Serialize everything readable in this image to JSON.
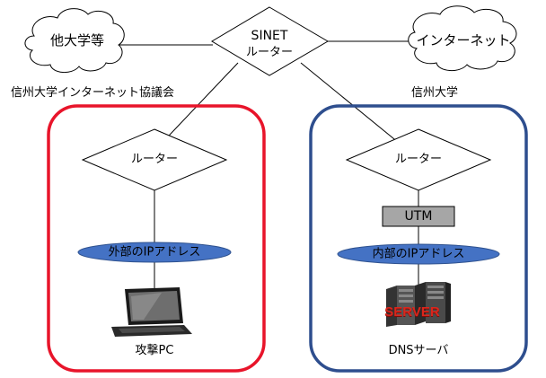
{
  "nodes": {
    "sinet_router": {
      "line1": "SINET",
      "line2": "ルーター"
    },
    "cloud_left": {
      "label": "他大学等"
    },
    "cloud_right": {
      "label": "インターネット"
    },
    "left_group_label": "信州大学インターネット協議会",
    "right_group_label": "信州大学",
    "left_router": {
      "label": "ルーター"
    },
    "right_router": {
      "label": "ルーター"
    },
    "utm": {
      "label": "UTM"
    },
    "left_ip": {
      "label": "外部のIPアドレス"
    },
    "right_ip": {
      "label": "内部のIPアドレス"
    },
    "attack_pc": {
      "label": "攻撃PC"
    },
    "dns_server": {
      "label": "DNSサーバ",
      "logo_text": "SERVER"
    }
  },
  "colors": {
    "left_group_border": "#e8142a",
    "right_group_border": "#2e4e8e",
    "pill_fill": "#4472c4",
    "utm_fill": "#a6a6a6"
  }
}
